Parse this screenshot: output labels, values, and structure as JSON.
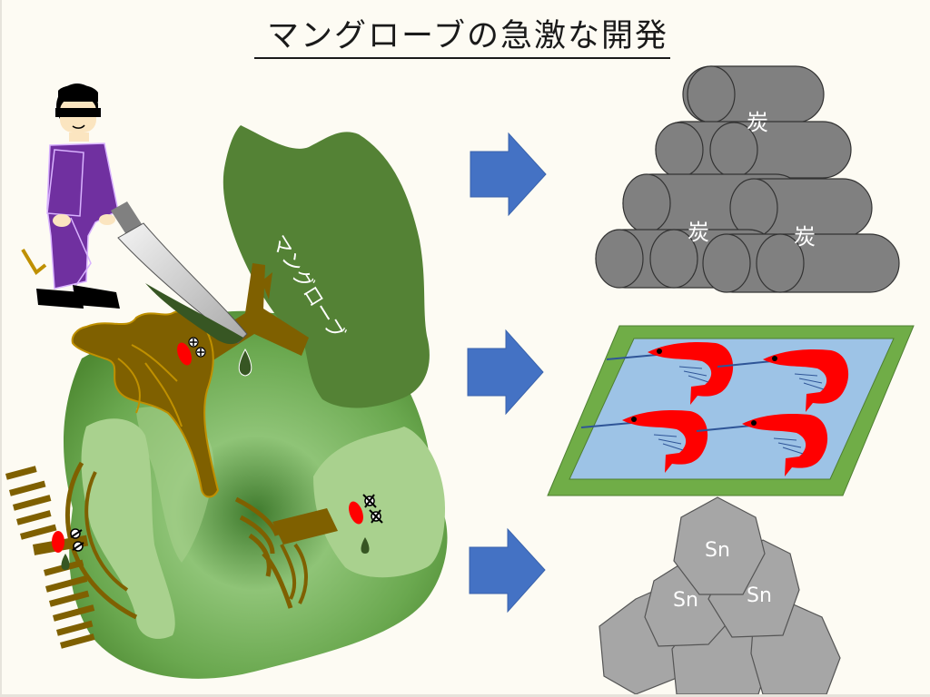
{
  "slide": {
    "title": "マングローブの急激な開発",
    "background": "#fdfbf3"
  },
  "illustration": {
    "tree_label": "マングローブ",
    "person": {
      "outfit_color": "#7030a0",
      "shoe_color": "#000000",
      "eye_bar": true
    },
    "knife": {
      "blade_color": "#d0d0d0",
      "handle_color": "#808080"
    },
    "ground_colors": {
      "dark": "#5a8f3a",
      "light": "#a9d18e"
    },
    "tree_colors": {
      "canopy": "#548235",
      "trunk": "#7f6000"
    }
  },
  "arrows": {
    "color": "#4472c4",
    "items": [
      {
        "name": "arrow-to-charcoal"
      },
      {
        "name": "arrow-to-shrimp-farm"
      },
      {
        "name": "arrow-to-tin"
      }
    ]
  },
  "outcomes": {
    "charcoal": {
      "label_1": "炭",
      "label_2": "炭",
      "label_3": "炭",
      "color": "#808080"
    },
    "shrimp_farm": {
      "border_color": "#70ad47",
      "water_color": "#9dc3e6",
      "shrimp_color": "#ff0000",
      "shrimp_count": 4
    },
    "tin": {
      "label_1": "Sn",
      "label_2": "Sn",
      "label_3": "Sn",
      "color": "#a6a6a6"
    }
  }
}
